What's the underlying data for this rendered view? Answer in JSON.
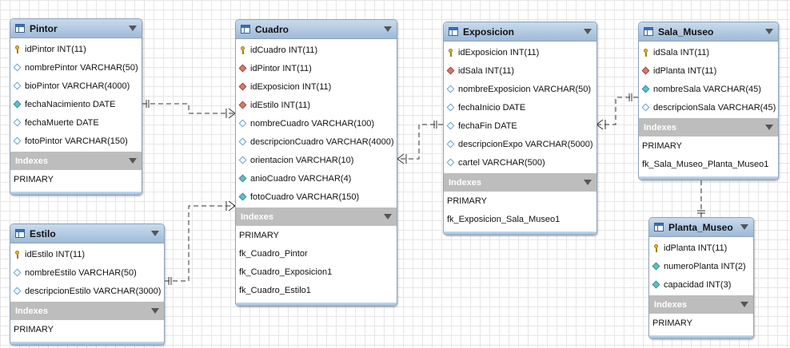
{
  "tables": {
    "pintor": {
      "name": "Pintor",
      "columns": [
        {
          "text": "idPintor INT(11)",
          "icon": "primary-key-icon"
        },
        {
          "text": "nombrePintor VARCHAR(50)",
          "icon": "column-icon"
        },
        {
          "text": "bioPintor VARCHAR(4000)",
          "icon": "column-icon"
        },
        {
          "text": "fechaNacimiento DATE",
          "icon": "not-null-column-icon"
        },
        {
          "text": "fechaMuerte DATE",
          "icon": "column-icon"
        },
        {
          "text": "fotoPintor VARCHAR(150)",
          "icon": "column-icon"
        }
      ],
      "indexes_label": "Indexes",
      "indexes": [
        "PRIMARY"
      ]
    },
    "cuadro": {
      "name": "Cuadro",
      "columns": [
        {
          "text": "idCuadro INT(11)",
          "icon": "primary-key-icon"
        },
        {
          "text": "idPintor INT(11)",
          "icon": "foreign-key-icon"
        },
        {
          "text": "idExposicion INT(11)",
          "icon": "foreign-key-icon"
        },
        {
          "text": "idEstilo INT(11)",
          "icon": "foreign-key-icon"
        },
        {
          "text": "nombreCuadro VARCHAR(100)",
          "icon": "column-icon"
        },
        {
          "text": "descripcionCuadro VARCHAR(4000)",
          "icon": "column-icon"
        },
        {
          "text": "orientacion VARCHAR(10)",
          "icon": "column-icon"
        },
        {
          "text": "anioCuadro VARCHAR(4)",
          "icon": "not-null-column-icon"
        },
        {
          "text": "fotoCuadro VARCHAR(150)",
          "icon": "not-null-column-icon"
        }
      ],
      "indexes_label": "Indexes",
      "indexes": [
        "PRIMARY",
        "fk_Cuadro_Pintor",
        "fk_Cuadro_Exposicion1",
        "fk_Cuadro_Estilo1"
      ]
    },
    "exposicion": {
      "name": "Exposicion",
      "columns": [
        {
          "text": "idExposicion INT(11)",
          "icon": "primary-key-icon"
        },
        {
          "text": "idSala INT(11)",
          "icon": "foreign-key-icon"
        },
        {
          "text": "nombreExposicion VARCHAR(50)",
          "icon": "column-icon"
        },
        {
          "text": "fechaInicio DATE",
          "icon": "column-icon"
        },
        {
          "text": "fechaFin DATE",
          "icon": "column-icon"
        },
        {
          "text": "descripcionExpo VARCHAR(5000)",
          "icon": "column-icon"
        },
        {
          "text": "cartel VARCHAR(500)",
          "icon": "column-icon"
        }
      ],
      "indexes_label": "Indexes",
      "indexes": [
        "PRIMARY",
        "fk_Exposicion_Sala_Museo1"
      ]
    },
    "sala_museo": {
      "name": "Sala_Museo",
      "columns": [
        {
          "text": "idSala INT(11)",
          "icon": "primary-key-icon"
        },
        {
          "text": "idPlanta INT(11)",
          "icon": "foreign-key-icon"
        },
        {
          "text": "nombreSala VARCHAR(45)",
          "icon": "not-null-column-icon"
        },
        {
          "text": "descripcionSala VARCHAR(45)",
          "icon": "column-icon"
        }
      ],
      "indexes_label": "Indexes",
      "indexes": [
        "PRIMARY",
        "fk_Sala_Museo_Planta_Museo1"
      ]
    },
    "estilo": {
      "name": "Estilo",
      "columns": [
        {
          "text": "idEstilo INT(11)",
          "icon": "primary-key-icon"
        },
        {
          "text": "nombreEstilo VARCHAR(50)",
          "icon": "column-icon"
        },
        {
          "text": "descripcionEstilo VARCHAR(3000)",
          "icon": "column-icon"
        }
      ],
      "indexes_label": "Indexes",
      "indexes": [
        "PRIMARY"
      ]
    },
    "planta_museo": {
      "name": "Planta_Museo",
      "columns": [
        {
          "text": "idPlanta INT(11)",
          "icon": "primary-key-icon"
        },
        {
          "text": "numeroPlanta INT(2)",
          "icon": "not-null-column-icon"
        },
        {
          "text": "capacidad INT(3)",
          "icon": "not-null-column-icon"
        }
      ],
      "indexes_label": "Indexes",
      "indexes": [
        "PRIMARY"
      ]
    }
  },
  "relationships": [
    {
      "from": "pintor",
      "to": "cuadro"
    },
    {
      "from": "estilo",
      "to": "cuadro"
    },
    {
      "from": "exposicion",
      "to": "cuadro"
    },
    {
      "from": "sala_museo",
      "to": "exposicion"
    },
    {
      "from": "planta_museo",
      "to": "sala_museo"
    }
  ],
  "colors": {
    "header": "#9fbad7",
    "index_header": "#bdbdbd",
    "grid": "#e6e6e6",
    "line": "#333333"
  }
}
